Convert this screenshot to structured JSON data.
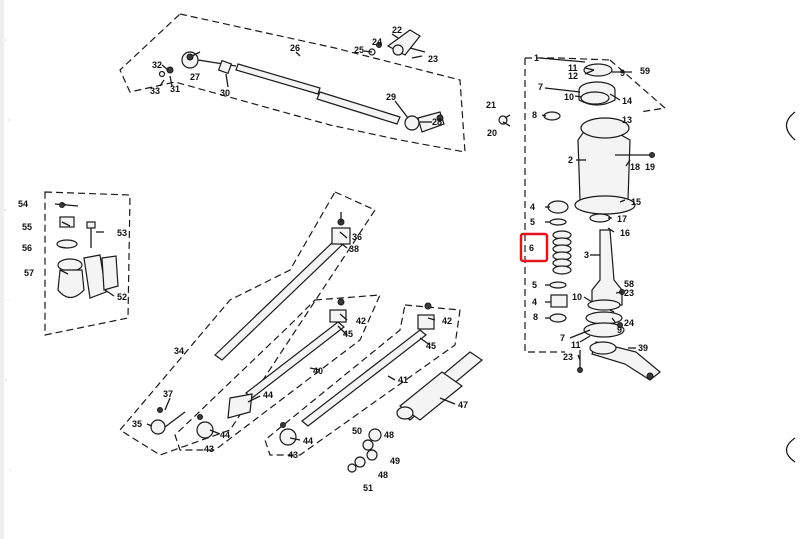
{
  "diagram": {
    "highlight_color": "#e0141e",
    "labels": {
      "n1": "1",
      "n2": "2",
      "n3": "3",
      "n4a": "4",
      "n4b": "4",
      "n5a": "5",
      "n5b": "5",
      "n6": "6",
      "n7": "7",
      "n8a": "8",
      "n8b": "8",
      "n9a": "9",
      "n9b": "9",
      "n10a": "10",
      "n10b": "10",
      "n11a": "11",
      "n11b": "11",
      "n12": "12",
      "n13": "13",
      "n14": "14",
      "n15": "15",
      "n16": "16",
      "n17": "17",
      "n18": "18",
      "n19": "19",
      "n20": "20",
      "n21": "21",
      "n22": "22",
      "n23a": "23",
      "n23b": "23",
      "n23c": "23",
      "n24a": "24",
      "n24b": "24",
      "n25": "25",
      "n26": "26",
      "n27": "27",
      "n28": "28",
      "n29": "29",
      "n30": "30",
      "n31": "31",
      "n32": "32",
      "n33": "33",
      "n34": "34",
      "n35": "35",
      "n36": "36",
      "n37": "37",
      "n38": "38",
      "n39": "39",
      "n40": "40",
      "n41": "41",
      "n42a": "42",
      "n42b": "42",
      "n43a": "43",
      "n43b": "43",
      "n44a": "44",
      "n44b": "44",
      "n44c": "44",
      "n45a": "45",
      "n45b": "45",
      "n47": "47",
      "n48a": "48",
      "n48b": "48",
      "n49": "49",
      "n50": "50",
      "n51": "51",
      "n52": "52",
      "n53": "53",
      "n54": "54",
      "n55": "55",
      "n56": "56",
      "n57": "57",
      "n58": "58",
      "n59": "59"
    }
  }
}
